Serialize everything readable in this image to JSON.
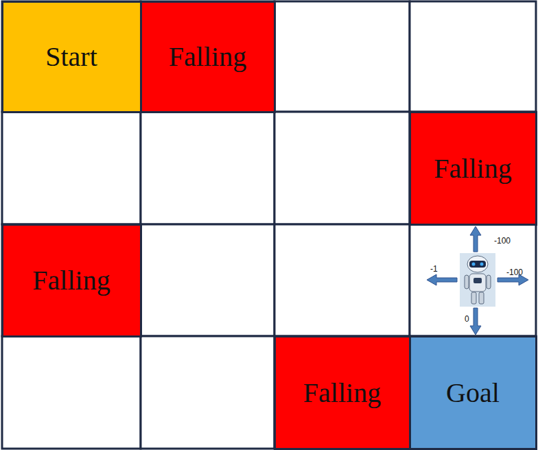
{
  "diagram": {
    "nodes": [
      {
        "text": [
          "Start"
        ]
      },
      {
        "text": [
          "Falling"
        ]
      },
      {
        "text": [
          "Falling"
        ]
      },
      {
        "text": [
          "Falling"
        ]
      },
      {
        "text": [
          "Falling"
        ]
      },
      {
        "text": [
          "Goal"
        ]
      }
    ],
    "labels": [
      "-100",
      "-1",
      "-100",
      "0"
    ]
  }
}
